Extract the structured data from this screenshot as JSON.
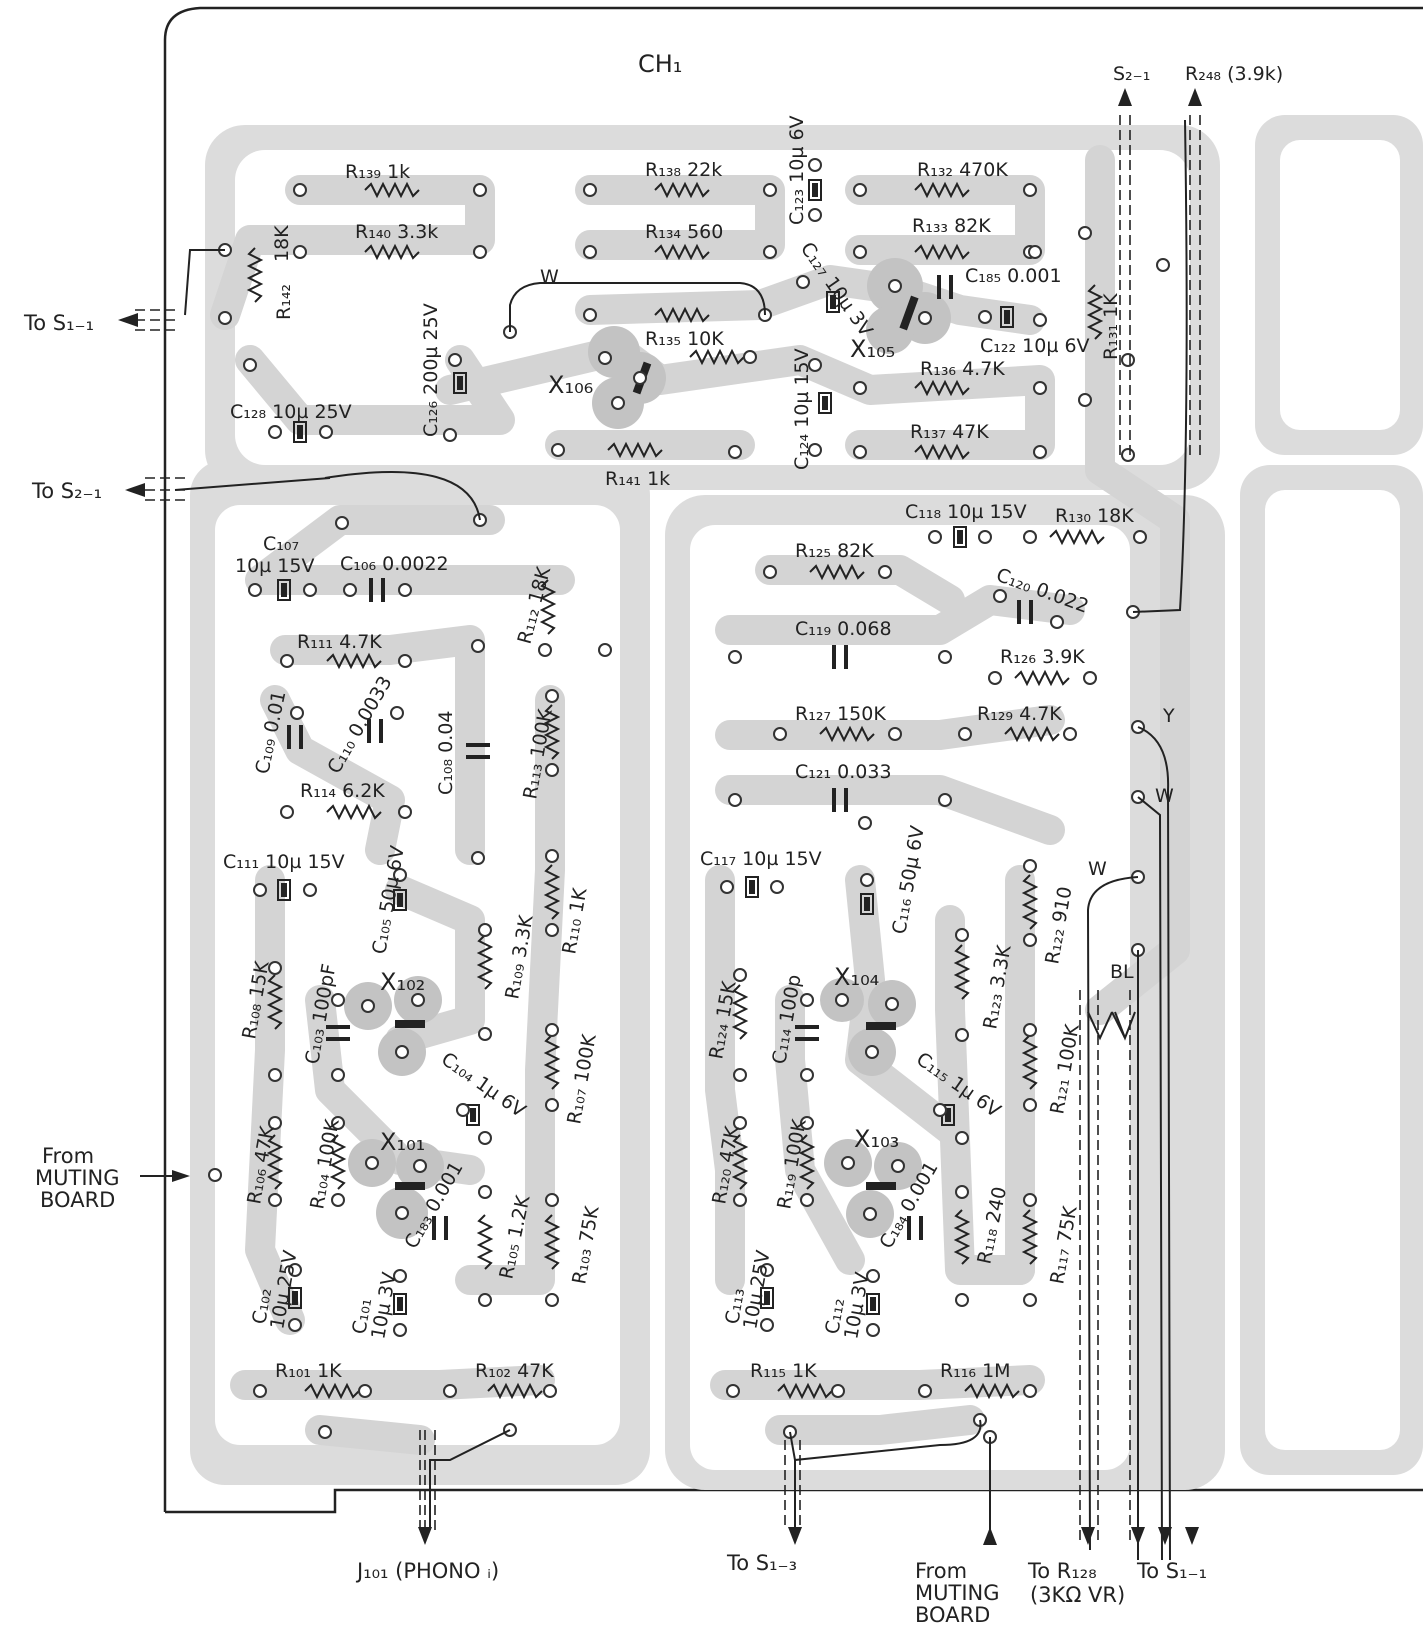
{
  "title": "CH₁",
  "colors": {
    "copper": "#d9d9d9",
    "pad": "#c8c8c8",
    "ink": "#222222",
    "paper": "#ffffff"
  },
  "top_terminals": {
    "s21": "S₂₋₁",
    "r248": "R₂₄₈ (3.9k)"
  },
  "left_terminals": {
    "to_s11": "To  S₁₋₁",
    "to_s21": "To  S₂₋₁",
    "from_muting": [
      "From",
      "MUTING",
      "BOARD"
    ]
  },
  "bottom_terminals": {
    "j101": "J₁₀₁ (PHONO ᵢ)",
    "to_s13": "To  S₁₋₃",
    "from_muting": [
      "From",
      "MUTING",
      "BOARD"
    ],
    "to_r128": [
      "To  R₁₂₈",
      "(3KΩ VR)"
    ],
    "to_s11": "To  S₁₋₁"
  },
  "wire_labels": {
    "w_top": "W",
    "y": "Y",
    "w1": "W",
    "w2": "W",
    "bl": "BL"
  },
  "transistors": {
    "x101": "X₁₀₁",
    "x102": "X₁₀₂",
    "x103": "X₁₀₃",
    "x104": "X₁₀₄",
    "x105": "X₁₀₅",
    "x106": "X₁₀₆"
  },
  "components_top": {
    "r139": "R₁₃₉  1k",
    "r140": "R₁₄₀  3.3k",
    "r142": "R₁₄₂",
    "r142_val": "18K",
    "r138": "R₁₃₈  22k",
    "r134": "R₁₃₄  560",
    "c123": "C₁₂₃ 10µ 6V",
    "r132": "R₁₃₂  470K",
    "r133": "R₁₃₃  82K",
    "c127": "C₁₂₇ 10µ 3V",
    "c185": "C₁₈₅ 0.001",
    "c122": "C₁₂₂ 10µ 6V",
    "r131": "R₁₃₁  1K",
    "r135": "R₁₃₅  10K",
    "c126": "C₁₂₆ 200µ 25V",
    "c124": "C₁₂₄ 10µ 15V",
    "r136": "R₁₃₆  4.7K",
    "r137": "R₁₃₇  47K",
    "c128": "C₁₂₈ 10µ 25V",
    "r141": "R₁₄₁  1k"
  },
  "components_left": {
    "c107": "C₁₀₇",
    "c107_val": "10µ 15V",
    "c106": "C₁₀₆  0.0022",
    "r112": "R₁₁₂ 18K",
    "r111": "R₁₁₁  4.7K",
    "c109": "C₁₀₉ 0.01",
    "c110": "C₁₁₀ 0.0033",
    "c108": "C₁₀₈  0.04",
    "r113": "R₁₁₃ 100K",
    "r114": "R₁₁₄  6.2K",
    "c111": "C₁₁₁  10µ  15V",
    "c105": "C₁₀₅ 50µ 6V",
    "r110": "R₁₁₀  1K",
    "r109": "R₁₀₉  3.3K",
    "r108": "R₁₀₈  15K",
    "c103": "C₁₀₃ 100pF",
    "c104": "C₁₀₄ 1µ 6V",
    "r107": "R₁₀₇ 100K",
    "r106": "R₁₀₆  47K",
    "r104": "R₁₀₄ 100K",
    "c183": "C₁₈₃ 0.001",
    "r105": "R₁₀₅  1.2K",
    "r103": "R₁₀₃  75K",
    "c102": "C₁₀₂",
    "c102_val": "10µ 25V",
    "c101": "C₁₀₁",
    "c101_val": "10µ 3V",
    "r101": "R₁₀₁  1K",
    "r102": "R₁₀₂  47K"
  },
  "components_right": {
    "c118": "C₁₁₈  10µ 15V",
    "r130": "R₁₃₀  18K",
    "r125": "R₁₂₅  82K",
    "c120": "C₁₂₀  0.022",
    "c119": "C₁₁₉  0.068",
    "r126": "R₁₂₆  3.9K",
    "r127": "R₁₂₇  150K",
    "r129": "R₁₂₉  4.7K",
    "c121": "C₁₂₁  0.033",
    "c117": "C₁₁₇  10µ  15V",
    "c116": "C₁₁₆ 50µ 6V",
    "r122": "R₁₂₂  910",
    "r123": "R₁₂₃  3.3K",
    "r124": "R₁₂₄  15K",
    "c114": "C₁₁₄ 100p",
    "c115": "C₁₁₅ 1µ 6V",
    "r121": "R₁₂₁  100K",
    "r120": "R₁₂₀  47K",
    "r119": "R₁₁₉  100K",
    "c184": "C₁₈₄ 0.001",
    "r118": "R₁₁₈ 240",
    "r117": "R₁₁₇  75K",
    "c113": "C₁₁₃",
    "c113_val": "10µ 25V",
    "c112": "C₁₁₂",
    "c112_val": "10µ 3V",
    "r115": "R₁₁₅  1K",
    "r116": "R₁₁₆  1M"
  }
}
